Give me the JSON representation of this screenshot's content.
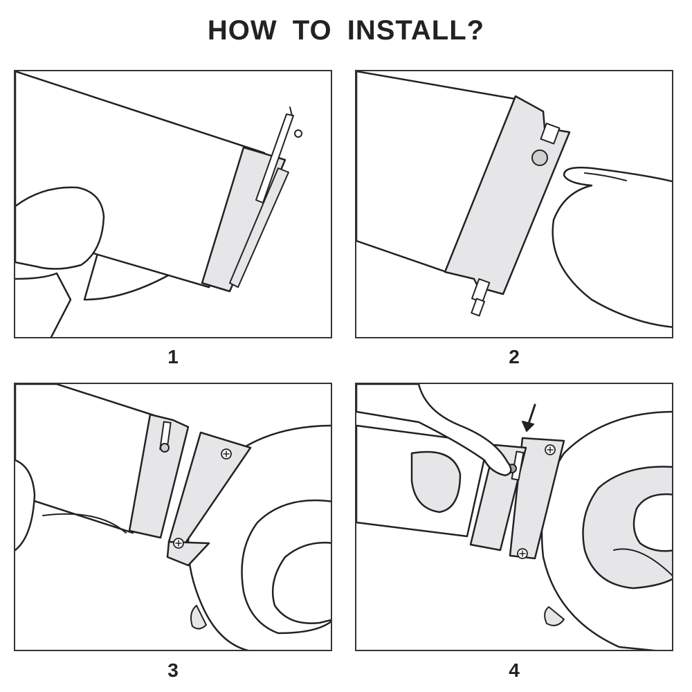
{
  "title": "HOW TO INSTALL?",
  "steps": [
    {
      "number": "1"
    },
    {
      "number": "2"
    },
    {
      "number": "3"
    },
    {
      "number": "4"
    }
  ],
  "colors": {
    "line": "#222222",
    "metal": "#e6e6e8",
    "background": "#ffffff"
  }
}
